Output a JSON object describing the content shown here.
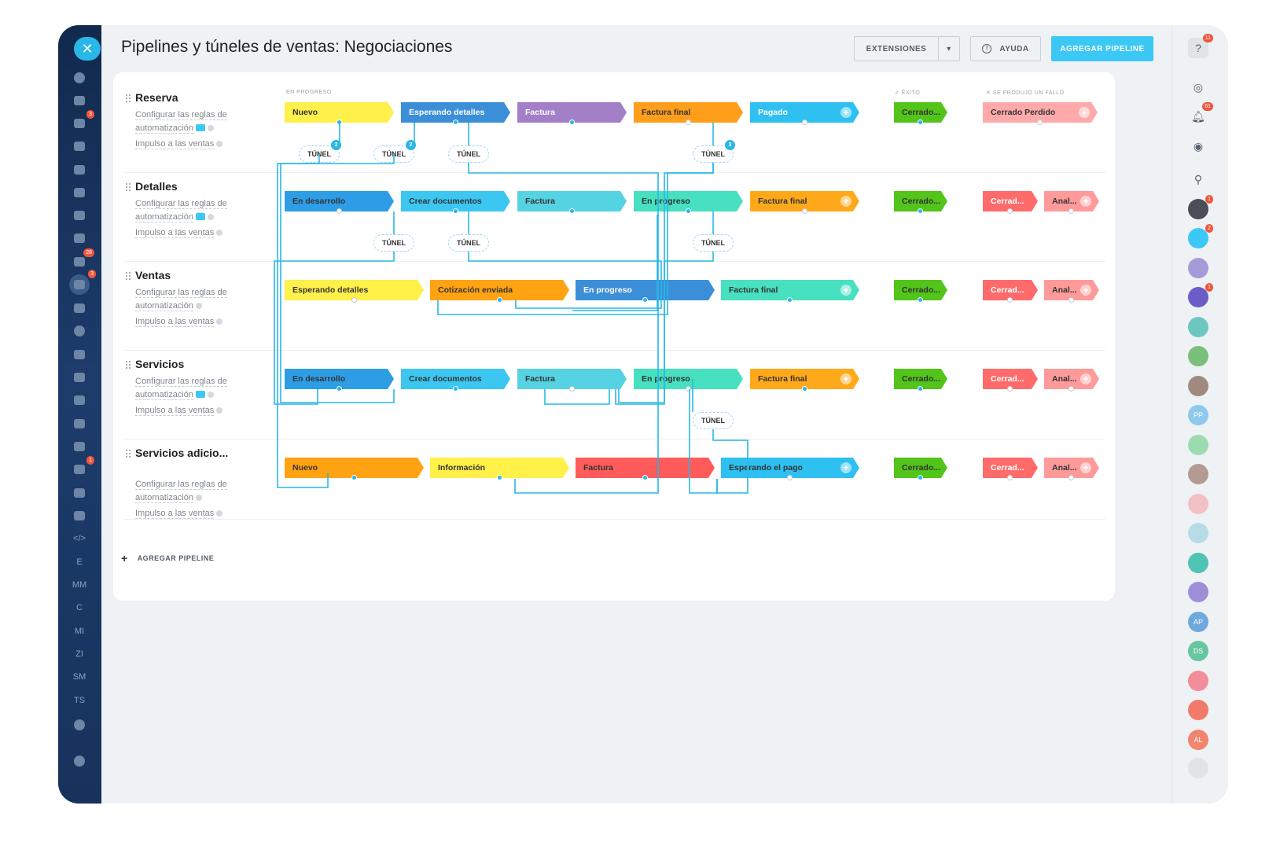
{
  "page": {
    "title": "Pipelines y túneles de ventas: Negociaciones",
    "buttons": {
      "extensions": "EXTENSIONES",
      "help": "AYUDA",
      "add_pipeline": "AGREGAR PIPELINE"
    }
  },
  "colors": {
    "accent": "#3bc8f5",
    "sidebar": "#1d3c6b",
    "connector": "#29b7e8"
  },
  "column_headers": {
    "in_progress": "EN PROGRESO",
    "success": "✓ ÉXITO",
    "failure": "✕ SE PRODUJO UN FALLO"
  },
  "pipeline_links": {
    "automation_line1": "Configurar las reglas de",
    "automation_line2": "automatización",
    "sales_boost": "Impulso a las ventas"
  },
  "tunnel_label": "TÚNEL",
  "pipelines": [
    {
      "name": "Reserva",
      "stages": [
        "Nuevo",
        "Esperando detalles",
        "Factura",
        "Factura final",
        "Pagado"
      ],
      "success": "Cerrado...",
      "fail": [
        "Cerrado Perdido"
      ]
    },
    {
      "name": "Detalles",
      "stages": [
        "En desarrollo",
        "Crear documentos",
        "Factura",
        "En progreso",
        "Factura final"
      ],
      "success": "Cerrado...",
      "fail": [
        "Cerrad...",
        "Anal..."
      ]
    },
    {
      "name": "Ventas",
      "stages": [
        "Esperando detalles",
        "Cotización enviada",
        "En progreso",
        "Factura final"
      ],
      "success": "Cerrado...",
      "fail": [
        "Cerrad...",
        "Anal..."
      ]
    },
    {
      "name": "Servicios",
      "stages": [
        "En desarrollo",
        "Crear documentos",
        "Factura",
        "En progreso",
        "Factura final"
      ],
      "success": "Cerrado...",
      "fail": [
        "Cerrad...",
        "Anal..."
      ]
    },
    {
      "name": "Servicios adicio...",
      "stages": [
        "Nuevo",
        "Información",
        "Factura",
        "Esperando el pago"
      ],
      "success": "Cerrado...",
      "fail": [
        "Cerrad...",
        "Anal..."
      ]
    }
  ],
  "tunnel_badges": [
    "2",
    "2",
    "3"
  ],
  "add_pipeline_footer": "AGREGAR PIPELINE",
  "left_sidebar": {
    "text_items": [
      "E",
      "MM",
      "C",
      "MI",
      "ZI",
      "SM",
      "TS"
    ],
    "badges": [
      "3",
      "28",
      "3",
      "1"
    ]
  },
  "right_sidebar": {
    "help_badge": "11",
    "notifications_badge": "61",
    "avatar_initials": [
      "PP",
      "AP",
      "DS",
      "AL"
    ],
    "avatar_badges": [
      "1",
      "2",
      "1"
    ]
  }
}
